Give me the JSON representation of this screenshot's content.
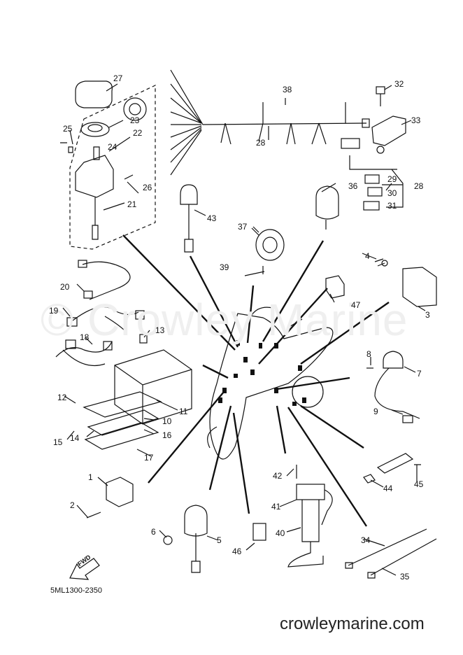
{
  "diagram": {
    "callouts": [
      {
        "id": "27",
        "label": "27"
      },
      {
        "id": "23",
        "label": "23"
      },
      {
        "id": "22",
        "label": "22"
      },
      {
        "id": "25",
        "label": "25"
      },
      {
        "id": "24",
        "label": "24"
      },
      {
        "id": "26",
        "label": "26"
      },
      {
        "id": "21",
        "label": "21"
      },
      {
        "id": "38",
        "label": "38"
      },
      {
        "id": "32",
        "label": "32"
      },
      {
        "id": "33",
        "label": "33"
      },
      {
        "id": "28a",
        "label": "28"
      },
      {
        "id": "28b",
        "label": "28"
      },
      {
        "id": "29",
        "label": "29"
      },
      {
        "id": "30",
        "label": "30"
      },
      {
        "id": "31",
        "label": "31"
      },
      {
        "id": "36",
        "label": "36"
      },
      {
        "id": "43",
        "label": "43"
      },
      {
        "id": "37",
        "label": "37"
      },
      {
        "id": "39",
        "label": "39"
      },
      {
        "id": "4",
        "label": "4"
      },
      {
        "id": "5",
        "label": "5"
      },
      {
        "id": "47",
        "label": "47"
      },
      {
        "id": "3",
        "label": "3"
      },
      {
        "id": "20",
        "label": "20"
      },
      {
        "id": "19",
        "label": "19"
      },
      {
        "id": "13",
        "label": "13"
      },
      {
        "id": "18",
        "label": "18"
      },
      {
        "id": "8",
        "label": "8"
      },
      {
        "id": "7",
        "label": "7"
      },
      {
        "id": "12",
        "label": "12"
      },
      {
        "id": "11",
        "label": "11"
      },
      {
        "id": "10",
        "label": "10"
      },
      {
        "id": "15",
        "label": "15"
      },
      {
        "id": "14",
        "label": "14"
      },
      {
        "id": "16",
        "label": "16"
      },
      {
        "id": "17",
        "label": "17"
      },
      {
        "id": "9",
        "label": "9"
      },
      {
        "id": "42",
        "label": "42"
      },
      {
        "id": "44",
        "label": "44"
      },
      {
        "id": "45",
        "label": "45"
      },
      {
        "id": "1",
        "label": "1"
      },
      {
        "id": "2",
        "label": "2"
      },
      {
        "id": "41",
        "label": "41"
      },
      {
        "id": "6",
        "label": "6"
      },
      {
        "id": "40",
        "label": "40"
      },
      {
        "id": "46",
        "label": "46"
      },
      {
        "id": "34",
        "label": "34"
      },
      {
        "id": "35",
        "label": "35"
      }
    ],
    "part_code": "5ML1300-2350",
    "fwd_label": "FWD",
    "watermark": "© Crowley Marine",
    "footer": "crowleymarine.com"
  }
}
